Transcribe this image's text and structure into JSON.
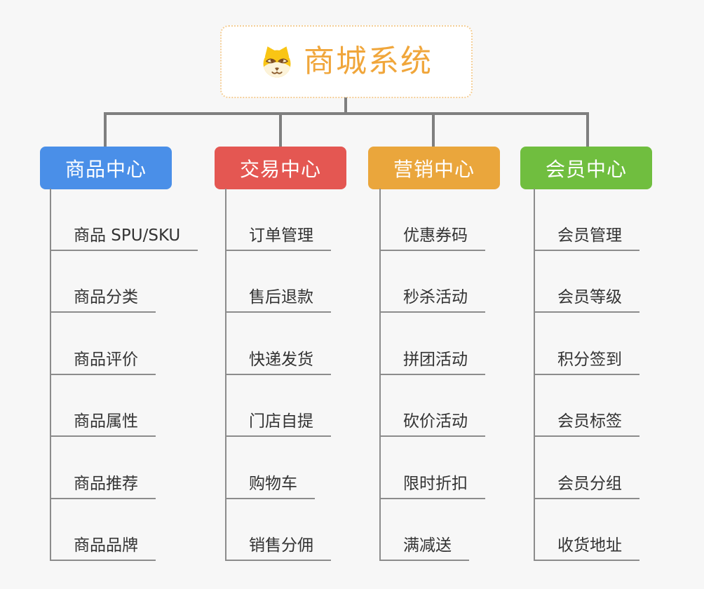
{
  "root": {
    "title": "商城系统",
    "icon": "dog-face-icon",
    "title_color": "#F0A63B",
    "border_color": "#F4CE96",
    "background": "#FFFFFF"
  },
  "branches": [
    {
      "label": "商品中心",
      "color": "#4A8FE8",
      "items": [
        "商品 SPU/SKU",
        "商品分类",
        "商品评价",
        "商品属性",
        "商品推荐",
        "商品品牌"
      ]
    },
    {
      "label": "交易中心",
      "color": "#E45752",
      "items": [
        "订单管理",
        "售后退款",
        "快递发货",
        "门店自提",
        "购物车",
        "销售分佣"
      ]
    },
    {
      "label": "营销中心",
      "color": "#EAA63C",
      "items": [
        "优惠券码",
        "秒杀活动",
        "拼团活动",
        "砍价活动",
        "限时折扣",
        "满减送"
      ]
    },
    {
      "label": "会员中心",
      "color": "#70BE3F",
      "items": [
        "会员管理",
        "会员等级",
        "积分签到",
        "会员标签",
        "会员分组",
        "收货地址"
      ]
    }
  ],
  "colors": {
    "background": "#F7F7F7",
    "connector": "#7F7F7F",
    "spine": "#8C8C8C",
    "leaf_text": "#333333"
  }
}
